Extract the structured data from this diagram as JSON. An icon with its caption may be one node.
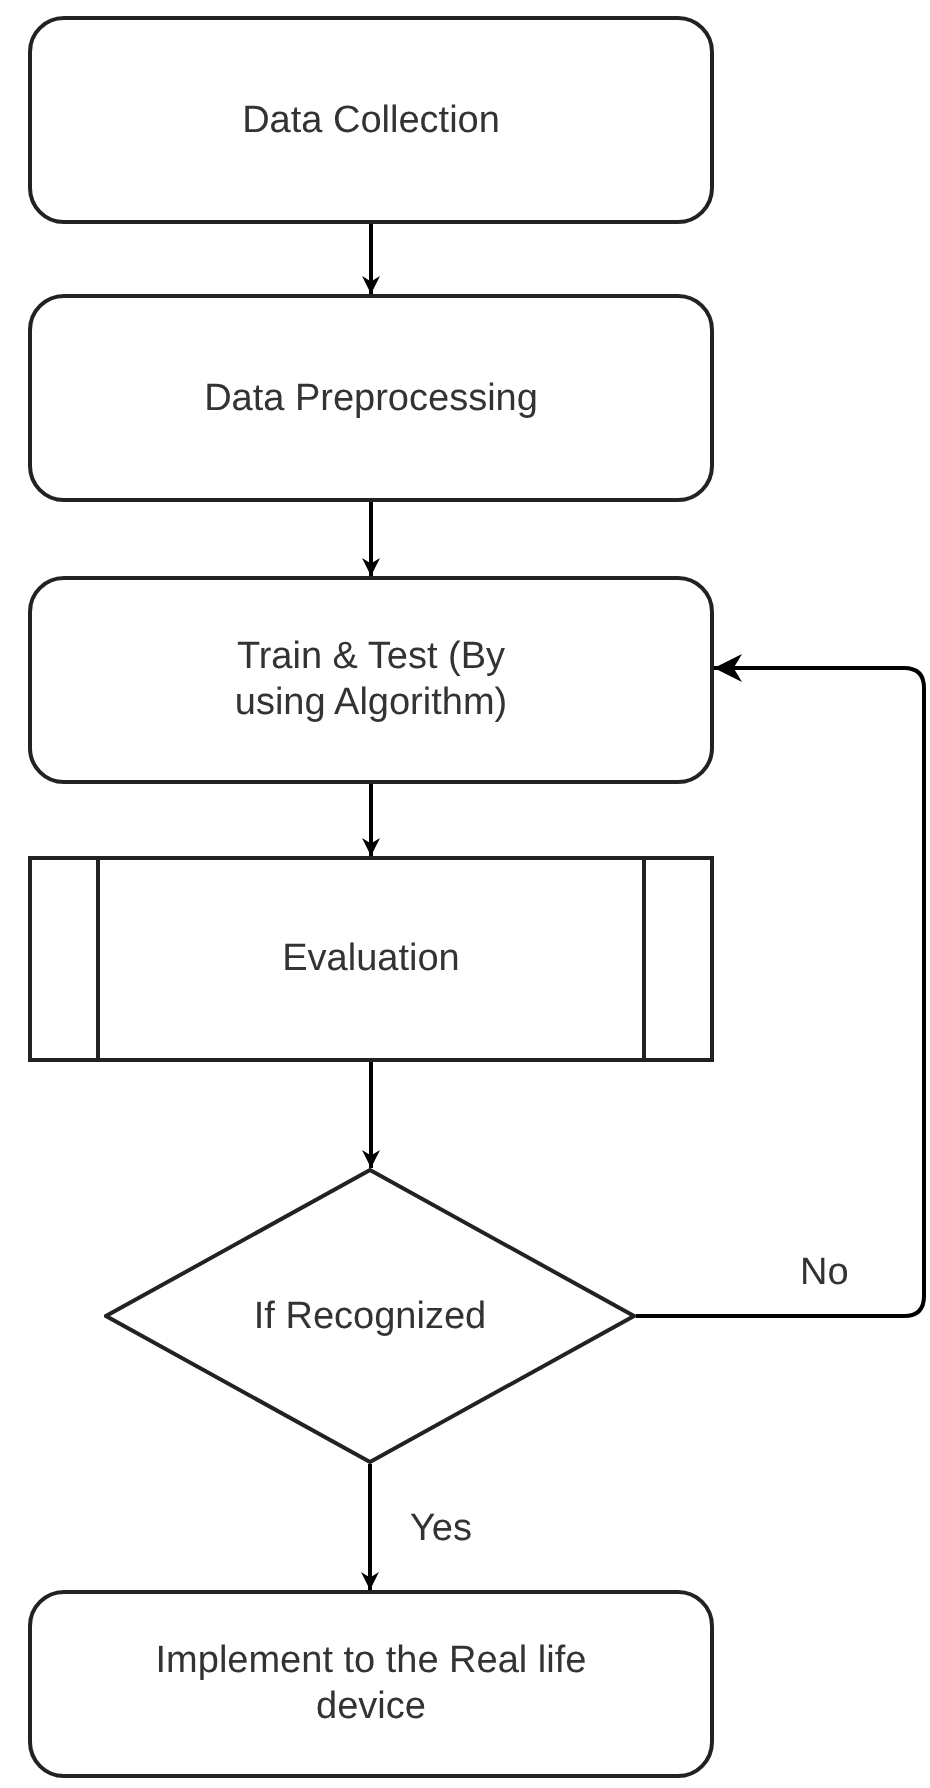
{
  "diagram": {
    "nodes": [
      {
        "text": [
          "Data Collection"
        ]
      },
      {
        "text": [
          "Data Preprocessing"
        ]
      },
      {
        "text": [
          "Train & Test (By using Algorithm)"
        ]
      },
      {
        "text": [
          "Evaluation"
        ]
      },
      {
        "text": [
          "If Recognized"
        ]
      },
      {
        "text": [
          "Implement to the Real life device"
        ]
      }
    ],
    "edges": [
      {
        "from": 0,
        "to": 1,
        "arrow": "to"
      },
      {
        "from": 1,
        "to": 2,
        "arrow": "to"
      },
      {
        "from": 2,
        "to": 3,
        "arrow": "to"
      },
      {
        "from": 3,
        "to": 4,
        "arrow": "to"
      },
      {
        "from": 4,
        "to": 2,
        "arrow": "to",
        "label": "No"
      },
      {
        "from": 4,
        "to": 5,
        "arrow": "to",
        "label": "Yes"
      }
    ]
  }
}
